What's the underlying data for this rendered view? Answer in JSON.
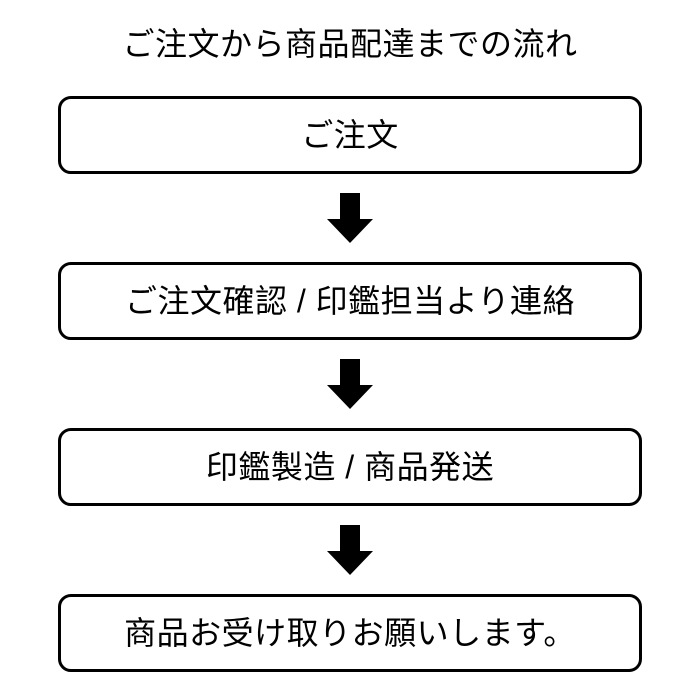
{
  "diagram": {
    "title": "ご注文から商品配達までの流れ",
    "orientation": "vertical-top-to-bottom",
    "colors": {
      "background": "#ffffff",
      "border": "#000000",
      "text": "#000000",
      "arrow": "#000000"
    },
    "steps": [
      {
        "index": 1,
        "label": "ご注文"
      },
      {
        "index": 2,
        "label": "ご注文確認 / 印鑑担当より連絡"
      },
      {
        "index": 3,
        "label": "印鑑製造 / 商品発送"
      },
      {
        "index": 4,
        "label": "商品お受け取りお願いします。"
      }
    ],
    "connectors": [
      {
        "index": 1,
        "icon": "arrow-down-icon",
        "from_step": 1,
        "to_step": 2
      },
      {
        "index": 2,
        "icon": "arrow-down-icon",
        "from_step": 2,
        "to_step": 3
      },
      {
        "index": 3,
        "icon": "arrow-down-icon",
        "from_step": 3,
        "to_step": 4
      }
    ]
  }
}
